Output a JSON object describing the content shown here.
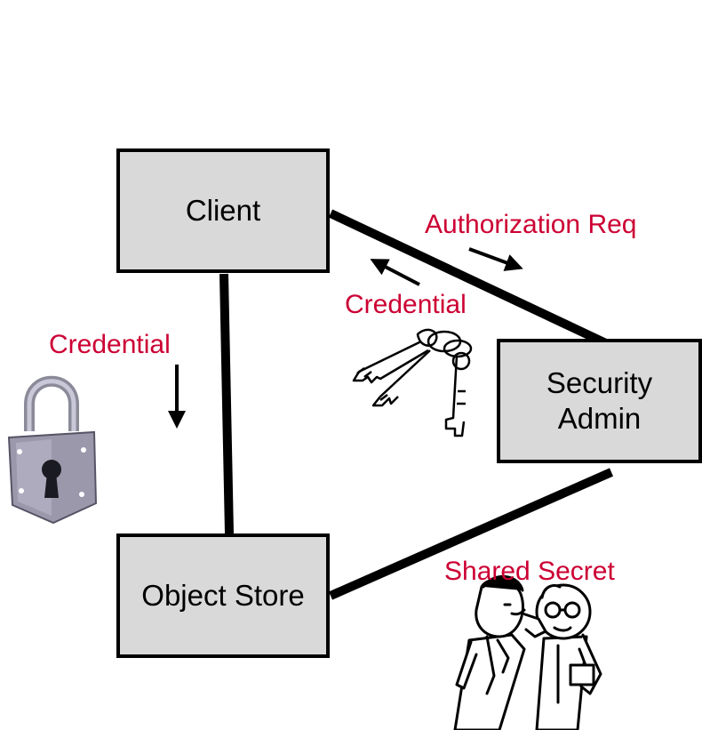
{
  "colors": {
    "box_fill": "#d9d9d9",
    "box_border": "#000000",
    "connector": "#000000",
    "annotation": "#cc0033"
  },
  "nodes": {
    "client": "Client",
    "security_admin_line1": "Security",
    "security_admin_line2": "Admin",
    "object_store": "Object Store"
  },
  "annotations": {
    "authorization_req": "Authorization Req",
    "credential_from_admin": "Credential",
    "credential_to_store": "Credential",
    "shared_secret": "Shared Secret"
  },
  "illustrations": [
    "padlock-icon",
    "keys-icon",
    "whispering-men-icon"
  ]
}
